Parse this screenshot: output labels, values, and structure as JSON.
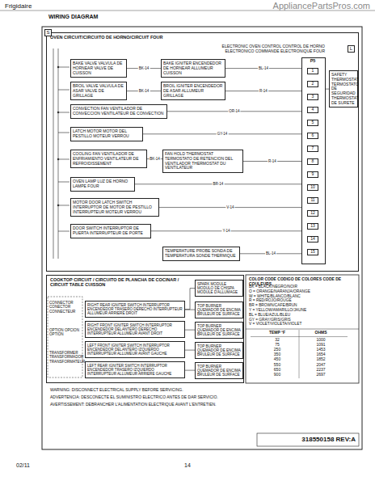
{
  "diagram": {
    "title": "WIRING DIAGRAM",
    "nodes": [
      {
        "text": [
          "OVEN CIRCUIT/CIRCUITO DE HORNO/CIRCUIT FOUR"
        ]
      },
      {
        "text": [
          "BAKE VALVE VALVULA DE HORNEAR VALVE DE CUISSON"
        ],
        "in": 0
      },
      {
        "text": [
          "BAKE IGNITER ENCENDEDOR DE HORNEAR ALLUMEUR CUISSON"
        ],
        "in": 0
      },
      {
        "text": [
          "BROIL VALVE VALVULA DE ASAR VALVE DE GRILLAGE"
        ],
        "in": 0
      },
      {
        "text": [
          "BROIL IGNITER ENCENDEDOR DE ASAR ALLUMEUR GRILLAGE"
        ],
        "in": 0
      },
      {
        "text": [
          "CONVECTION FAN VENTILADOR DE CONVECCION VENTILATEUR DE CONVECTION"
        ],
        "in": 0
      },
      {
        "text": [
          "LATCH MOTOR MOTOR DEL PESTILLO MOTEUR VERROU"
        ],
        "in": 0
      },
      {
        "text": [
          "COOLING FAN VENTILADOR DE ENFRIAMIENTO VENTILATEUR DE REFROIDISSEMENT"
        ],
        "in": 0
      },
      {
        "text": [
          "FAN HOLD THERMOSTAT TERMOSTATO DE RETENCION DEL VENTILADOR THERMOSTAT DU VENTILATEUR"
        ],
        "in": 0
      },
      {
        "text": [
          "OVEN LAMP LUZ DE HORNO LAMPE FOUR"
        ],
        "in": 0
      },
      {
        "text": [
          "MOTOR DOOR LATCH SWITCH INTERRUPTOR DE MOTOR DE PESTILLO INTERRUPTEUR MOTEUR VERROU"
        ],
        "in": 0
      },
      {
        "text": [
          "DOOR SWITCH INTERRUPTOR DE PUERTA INTERRUPTEUR DE PORTE"
        ],
        "in": 0
      },
      {
        "text": [
          "TEMPERATURE PROBE SONDA DE TEMPERATURA SONDE THERMIQUE"
        ],
        "in": 0
      },
      {
        "text": [
          "ELECTRONIC OVEN CONTROL CONTROL DE HORNO ELECTRONICO COMMANDE ELECTRONIQUE FOUR"
        ],
        "in": 0
      },
      {
        "text": [
          "SAFETY THERMOSTAT TERMOSTATO DE SEGURIDAD THERMOSTAT DE SURETE"
        ],
        "in": 0
      },
      {
        "text": [
          "COOKTOP CIRCUIT / CIRCUITO DE PLANCHA DE COCINAR / CIRCUIT TABLE CUISSON"
        ]
      },
      {
        "text": [
          "SPARK MODULE MODULO DE CHISPA MODULE D'ALLUMAGE"
        ],
        "in": 15
      },
      {
        "text": [
          "RIGHT REAR IGNITER SWITCH INTERRUPTOR ENCENDEDOR TRASERO DERECHO INTERRUPTEUR ALLUMEUR ARRIERE DROIT"
        ],
        "in": 15
      },
      {
        "text": [
          "RIGHT FRONT IGNITER SWITCH INTERRUPTOR ENCENDEDOR DELANTERO DERECHO INTERRUPTEUR ALLUMEUR AVANT DROIT"
        ],
        "in": 15
      },
      {
        "text": [
          "LEFT FRONT IGNITER SWITCH INTERRUPTOR ENCENDEDOR DELANTERO IZQUIERDO INTERRUPTEUR ALLUMEUR AVANT GAUCHE"
        ],
        "in": 15
      },
      {
        "text": [
          "LEFT REAR IGNITER SWITCH INTERRUPTOR ENCENDEDOR TRASERO IZQUIERDO INTERRUPTEUR ALLUMEUR ARRIERE GAUCHE"
        ],
        "in": 15
      },
      {
        "text": [
          "TOP BURNER QUEMADOR DE ENCIMA BRULEUR DE SURFACE"
        ],
        "in": 15
      },
      {
        "text": [
          "TOP BURNER QUEMADOR DE ENCIMA BRULEUR DE SURFACE"
        ],
        "in": 15
      },
      {
        "text": [
          "TOP BURNER QUEMADOR DE ENCIMA BRULEUR DE SURFACE"
        ],
        "in": 15
      },
      {
        "text": [
          "TOP BURNER QUEMADOR DE ENCIMA BRULEUR DE SURFACE"
        ],
        "in": 15
      }
    ],
    "edges": [
      {
        "from": 1,
        "to": 2,
        "label": "BK-14",
        "arrow": "none"
      },
      {
        "from": 2,
        "to": 13,
        "label": "BL-14",
        "arrow": "none"
      },
      {
        "from": 3,
        "to": 4,
        "label": "BK-14",
        "arrow": "none"
      },
      {
        "from": 4,
        "to": 13,
        "label": "R-14",
        "arrow": "none"
      },
      {
        "from": 5,
        "to": 13,
        "label": "OR-14",
        "arrow": "none"
      },
      {
        "from": 6,
        "to": 13,
        "label": "GY-14",
        "arrow": "none"
      },
      {
        "from": 7,
        "to": 8,
        "label": "BK-14",
        "arrow": "none"
      },
      {
        "from": 8,
        "to": 13,
        "label": "R-14",
        "arrow": "none"
      },
      {
        "from": 9,
        "to": 13,
        "label": "BR-14",
        "arrow": "none"
      },
      {
        "from": 10,
        "to": 13,
        "label": "V-14",
        "arrow": "none"
      },
      {
        "from": 11,
        "to": 13,
        "label": "Y-14",
        "arrow": "none"
      },
      {
        "from": 12,
        "to": 13,
        "label": "BL-14",
        "arrow": "none"
      },
      {
        "from": 13,
        "to": 14,
        "arrow": "none"
      },
      {
        "from": 16,
        "to": 17,
        "arrow": "none"
      },
      {
        "from": 17,
        "to": 21,
        "arrow": "none"
      },
      {
        "from": 18,
        "to": 22,
        "arrow": "none"
      },
      {
        "from": 19,
        "to": 23,
        "arrow": "none"
      },
      {
        "from": 20,
        "to": 24,
        "arrow": "none"
      }
    ],
    "labels": [
      "Frigidaire",
      "AppliancePartsPros.com",
      "S",
      "L",
      "P5",
      "1",
      "2",
      "3",
      "4",
      "5",
      "6",
      "7",
      "8",
      "9",
      "10",
      "11",
      "12",
      "13",
      "14",
      "15",
      "CONNECTOR CONECTOR CONNECTEUR",
      "OPTION OPCION OPTION",
      "TRANSFORMER TRANSFORMADOR TRANSFORMATEUR",
      "COLOR CODE CODIGO DE COLORES CODE DE COULEURS",
      "BK = BLACK/NEGRO/NOIR",
      "O = ORANGE/NARANJA/ORANGE",
      "W = WHITE/BLANCO/BLANC",
      "R = RED/ROJO/ROUGE",
      "BR = BROWN/CAFE/BRUN",
      "Y = YELLOW/AMARILLO/JAUNE",
      "BL = BLUE/AZUL/BLEU",
      "GY = GRAY/GRIS/GRIS",
      "V = VIOLET/VIOLETA/VIOLET",
      "TEMP °F",
      "OHMS",
      "32",
      "1000",
      "75",
      "1091",
      "250",
      "1453",
      "350",
      "1654",
      "450",
      "1852",
      "550",
      "2047",
      "650",
      "2237",
      "900",
      "2697",
      "WARNING: DISCONNECT ELECTRICAL SUPPLY BEFORE SERVICING.",
      "ADVERTENCIA: DESCONECTE EL SUMINISTRO ELECTRICO ANTES DE DAR SERVICIO.",
      "AVERTISSEMENT: DEBRANCHER L'ALIMENTATION ELECTRIQUE AVANT L'ENTRETIEN.",
      "318550158 REV:A",
      "02/11",
      "14"
    ]
  }
}
